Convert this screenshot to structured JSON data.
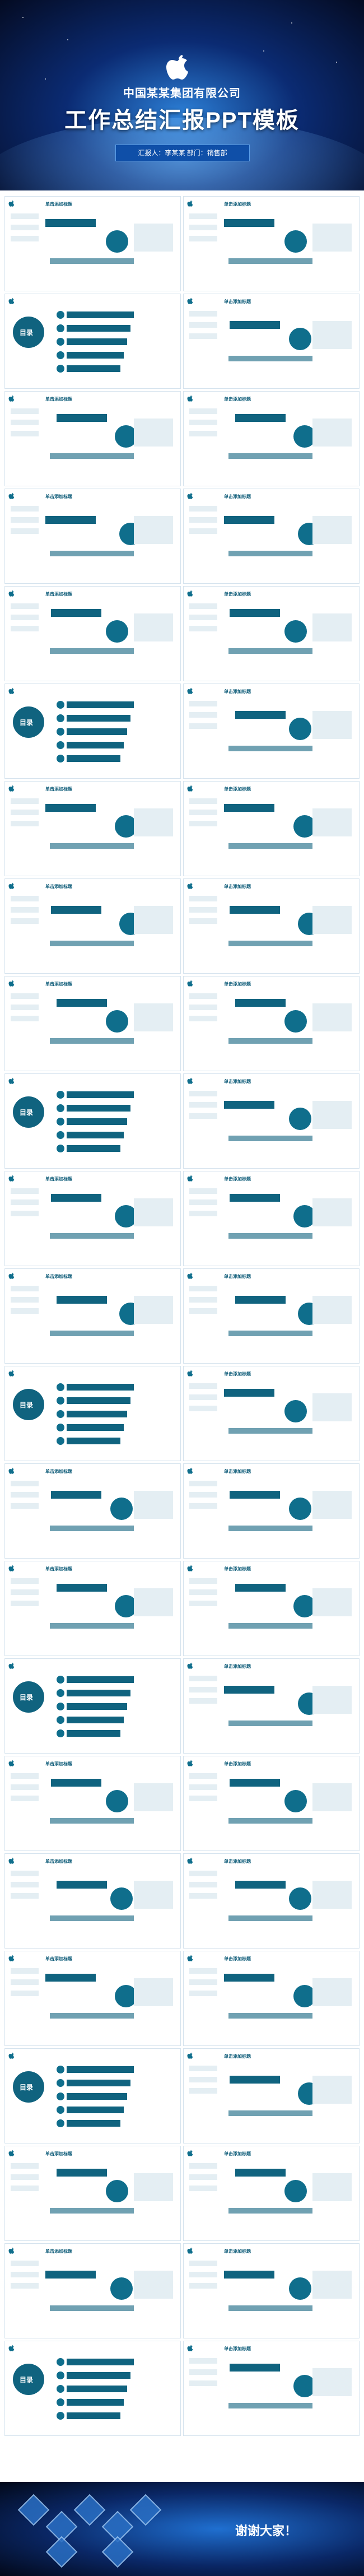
{
  "cover": {
    "company": "中国某某集团有限公司",
    "title": "工作总结汇报PPT模板",
    "meta": "汇报人：李某某 部门：销售部"
  },
  "slide_title": "单击添加标题",
  "toc_title": "目录",
  "ending": {
    "thanks": "谢谢大家！"
  },
  "colors": {
    "accent": "#0f6e8c",
    "dark": "#0b2b73",
    "light": "#e4eef3"
  }
}
